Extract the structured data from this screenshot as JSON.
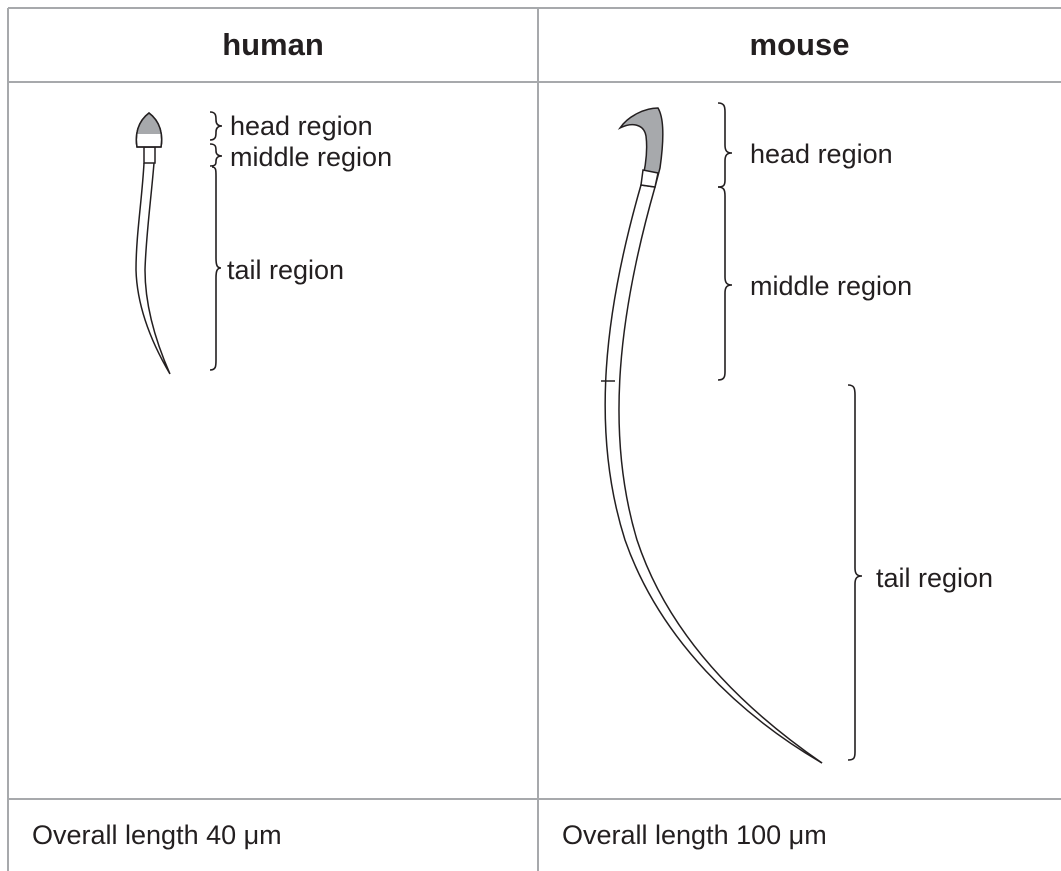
{
  "table": {
    "headers": [
      "human",
      "mouse"
    ],
    "footers": [
      "Overall length 40 μm",
      "Overall length 100 μm"
    ]
  },
  "human": {
    "head_label": "head region",
    "middle_label": "middle region",
    "tail_label": "tail region"
  },
  "mouse": {
    "head_label": "head region",
    "middle_label": "middle region",
    "tail_label": "tail region"
  },
  "colors": {
    "grid": "#a7a9ac",
    "ink": "#231f20",
    "head_fill": "#a7a9ac"
  }
}
